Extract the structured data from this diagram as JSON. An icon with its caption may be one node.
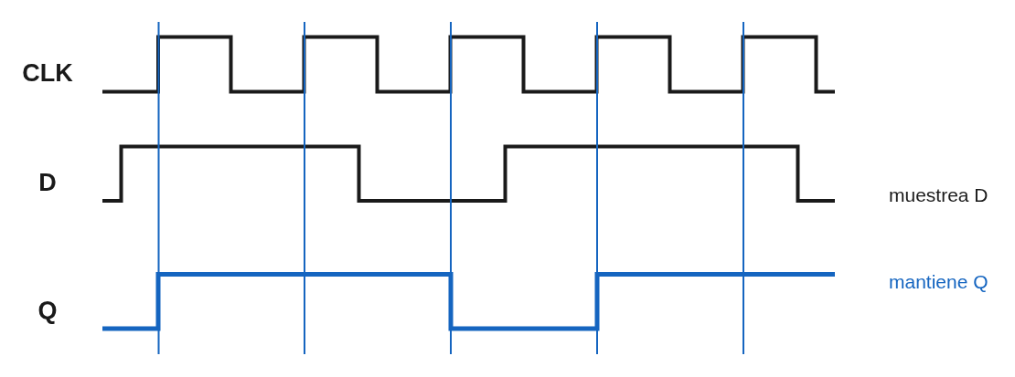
{
  "diagram": {
    "labels": [
      "CLK",
      "D",
      "muestrea D",
      "mantiene Q",
      "Q"
    ]
  }
}
